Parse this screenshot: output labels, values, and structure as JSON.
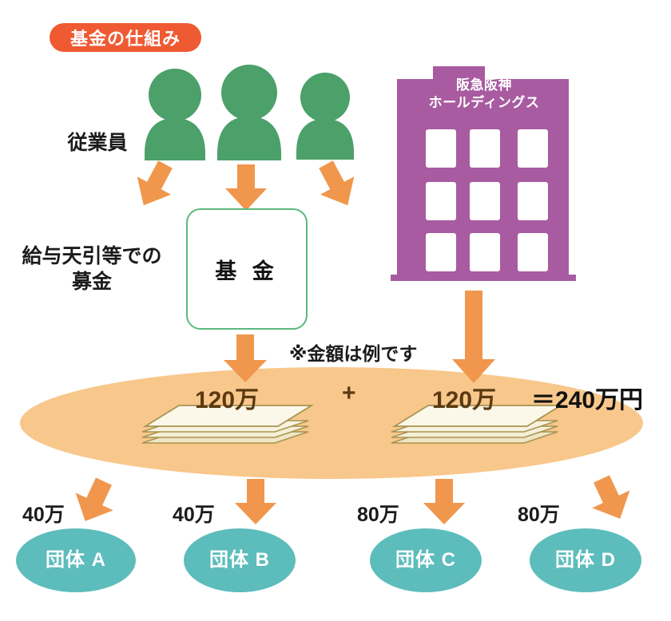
{
  "title": {
    "badge_label": "基金の仕組み"
  },
  "left_labels": {
    "employees": "従業員",
    "payroll_donation_line1": "給与天引等での",
    "payroll_donation_line2": "募金"
  },
  "fund": {
    "box_label": "基 金"
  },
  "company": {
    "name_line1": "阪急阪神",
    "name_line2": "ホールディングス"
  },
  "note": {
    "text": "※金額は例です"
  },
  "pool": {
    "employee_amount": "120万",
    "plus_sign": "+",
    "company_amount": "120万",
    "total": "＝240万円"
  },
  "recipients": [
    {
      "amount": "40万",
      "name": "団体 A"
    },
    {
      "amount": "40万",
      "name": "団体 B"
    },
    {
      "amount": "80万",
      "name": "団体 C"
    },
    {
      "amount": "80万",
      "name": "団体 D"
    }
  ],
  "colors": {
    "badge_orange": "#ef5a32",
    "person_green": "#4ca06a",
    "fund_border_green": "#5cb87e",
    "building_purple": "#a85ba0",
    "arrow_orange": "#f0974d",
    "pool_ellipse_orange": "#f8c78b",
    "recipient_teal": "#5dbcbc",
    "money_paper_cream": "#fbf6e0",
    "money_paper_outline": "#a89451"
  },
  "icons": {
    "person": "person-icon",
    "building": "building-icon",
    "money_stack": "money-stack-icon",
    "arrow": "arrow-down-icon"
  }
}
